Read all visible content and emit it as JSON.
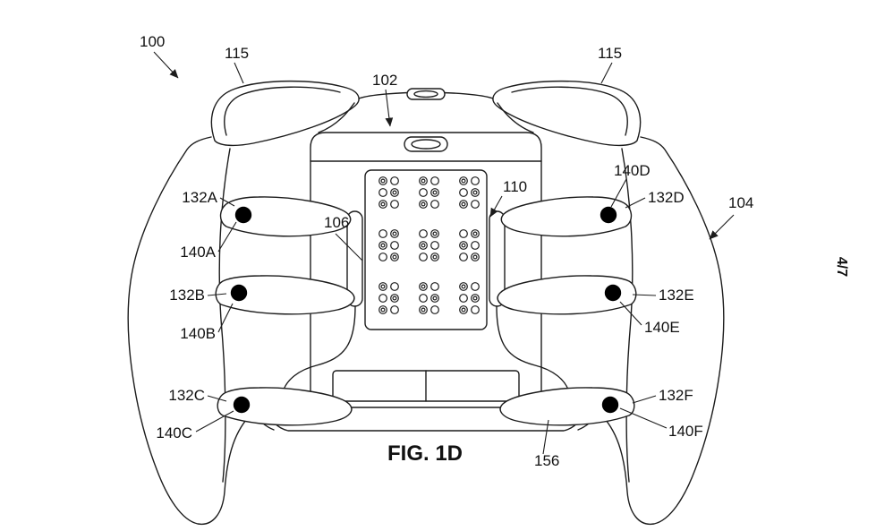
{
  "figure": {
    "caption": "FIG. 1D",
    "sheet_number": "4/7"
  },
  "ref_labels": {
    "n100": "100",
    "n115_left": "115",
    "n102": "102",
    "n115_right": "115",
    "n140D": "140D",
    "n132A": "132A",
    "n132D": "132D",
    "n104": "104",
    "n110": "110",
    "n106": "106",
    "n140A": "140A",
    "n132B": "132B",
    "n132E": "132E",
    "n140B": "140B",
    "n140E": "140E",
    "n132C": "132C",
    "n132F": "132F",
    "n140C": "140C",
    "n140F": "140F",
    "n156": "156"
  }
}
